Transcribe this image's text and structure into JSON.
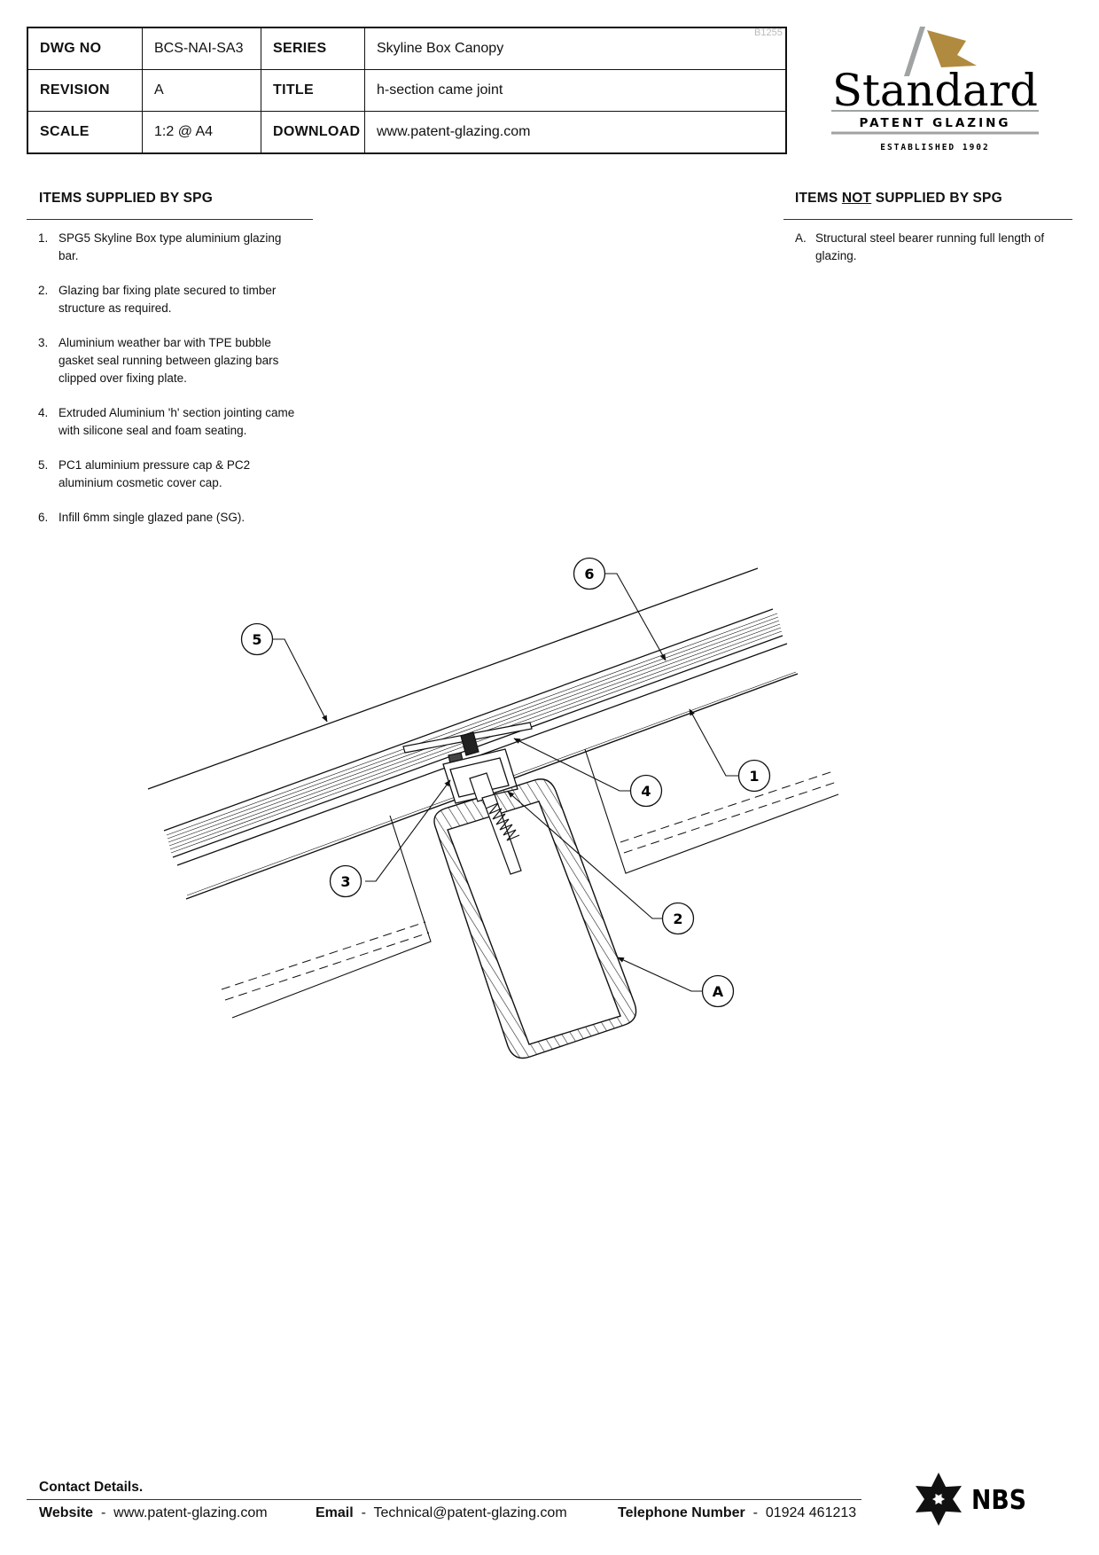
{
  "title_block": {
    "rows": [
      {
        "k1": "DWG NO",
        "v1": "BCS-NAI-SA3",
        "k2": "SERIES",
        "v2": "Skyline Box Canopy"
      },
      {
        "k1": "REVISION",
        "v1": "A",
        "k2": "TITLE",
        "v2": "h-section came joint"
      },
      {
        "k1": "SCALE",
        "v1": "1:2 @ A4",
        "k2": "DOWNLOAD",
        "v2": "www.patent-glazing.com"
      }
    ],
    "ref_code": "B1255"
  },
  "logo": {
    "wordmark": "Standard",
    "tagline": "PATENT GLAZING",
    "established": "ESTABLISHED 1902",
    "gold": "#B08A3E",
    "grey": "#9FA3A3"
  },
  "supplied": {
    "heading": "ITEMS SUPPLIED BY SPG",
    "items": [
      {
        "num": "1.",
        "text": "SPG5 Skyline Box type aluminium glazing bar."
      },
      {
        "num": "2.",
        "text": "Glazing bar fixing plate secured to timber structure as required."
      },
      {
        "num": "3.",
        "text": "Aluminium weather bar with TPE bubble gasket seal running between glazing bars clipped over fixing plate."
      },
      {
        "num": "4.",
        "text": "Extruded Aluminium 'h' section jointing came with silicone seal and foam seating."
      },
      {
        "num": "5.",
        "text": "PC1 aluminium pressure cap & PC2 aluminium cosmetic cover cap."
      },
      {
        "num": "6.",
        "text": "Infill 6mm single glazed pane (SG)."
      }
    ]
  },
  "not_supplied": {
    "heading_pre": "ITEMS ",
    "heading_not": "NOT",
    "heading_post": " SUPPLIED BY SPG",
    "items": [
      {
        "num": "A.",
        "text": "Structural steel bearer running full length of glazing."
      }
    ]
  },
  "diagram": {
    "callouts": {
      "c1": "1",
      "c2": "2",
      "c3": "3",
      "c4": "4",
      "c5": "5",
      "c6": "6",
      "cA": "A"
    }
  },
  "contact": {
    "title": "Contact Details.",
    "website_label": "Website",
    "website_value": "www.patent-glazing.com",
    "email_label": "Email",
    "email_value": "Technical@patent-glazing.com",
    "phone_label": "Telephone Number",
    "phone_value": "01924 461213",
    "separator": "-"
  },
  "nbs": {
    "label": "NBS"
  }
}
